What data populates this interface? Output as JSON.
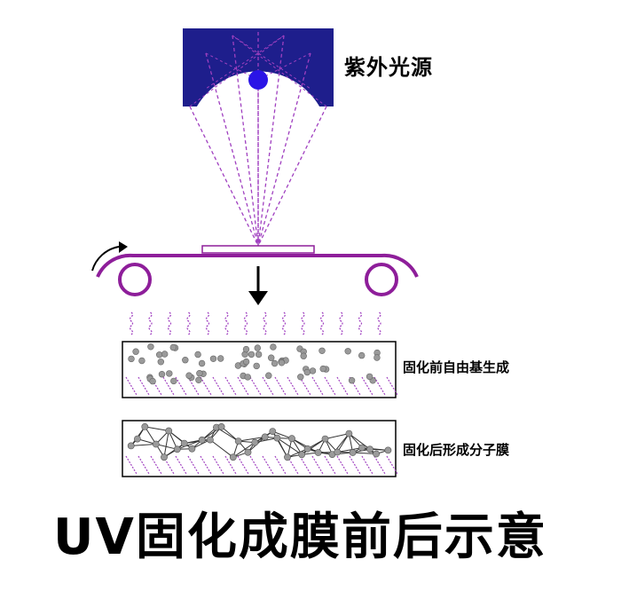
{
  "labels": {
    "uv_source": "紫外光源",
    "before_cure": "固化前自由基生成",
    "after_cure": "固化后形成分子膜",
    "title": "UV固化成膜前后示意"
  },
  "colors": {
    "lamp_housing": "#1e1e8c",
    "uv_bulb": "#2a14e6",
    "uv_ray": "#a040c0",
    "conveyor": "#8e1e9a",
    "molecule": "#9a9a9a",
    "bond": "#333333",
    "text": "#000000"
  },
  "icons": {
    "rotation_arrow": "curved-arrow-icon",
    "down_arrow": "down-arrow-icon"
  }
}
